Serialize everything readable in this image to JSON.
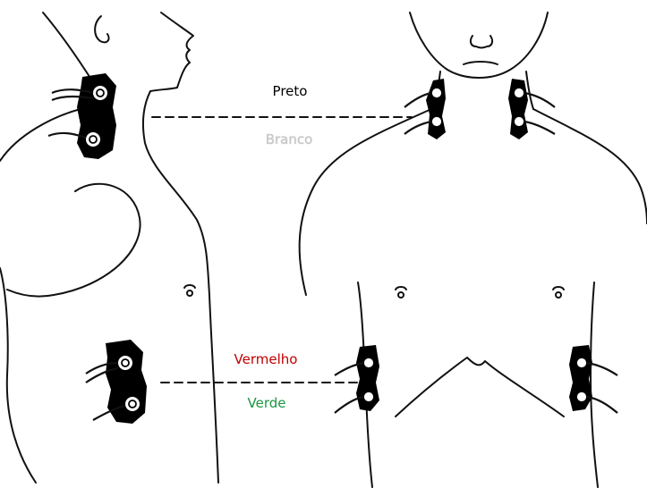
{
  "labels": {
    "upper_top": "Preto",
    "upper_bottom": "Branco",
    "lower_top": "Vermelho",
    "lower_bottom": "Verde"
  },
  "colors": {
    "preto": "#000000",
    "branco": "#c8c8c8",
    "vermelho": "#c00000",
    "verde": "#1a9641",
    "outline": "#111111",
    "electrode": "#000000"
  }
}
